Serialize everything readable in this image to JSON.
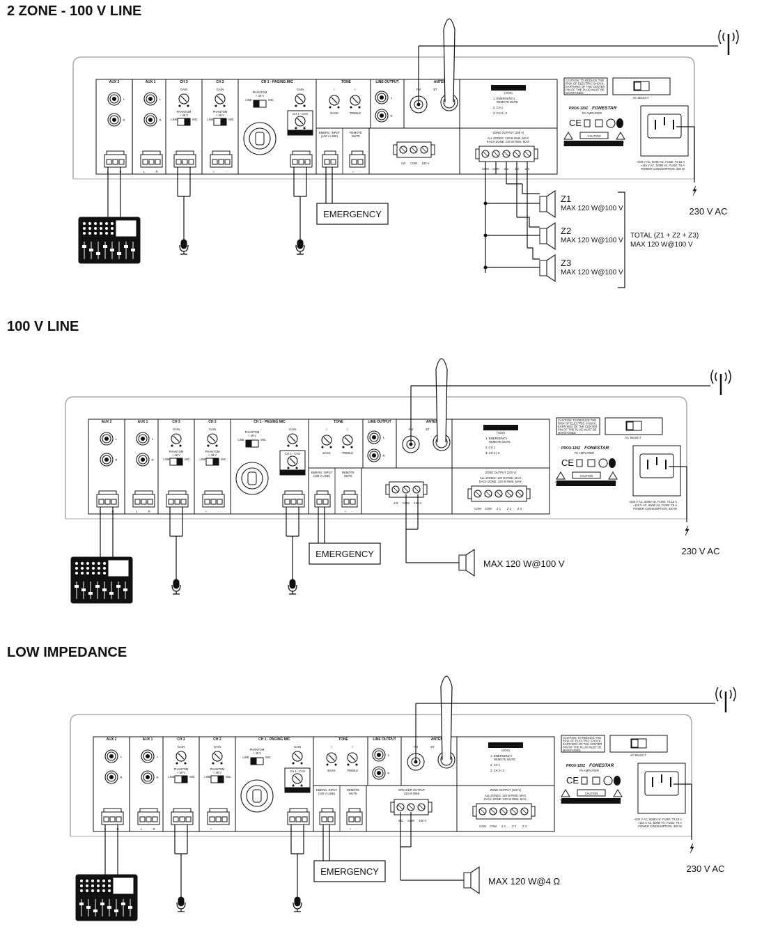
{
  "sections": [
    {
      "title": "2 ZONE - 100 V LINE",
      "emergency": "EMERGENCY",
      "power": "230 V AC",
      "output_mode": "zones",
      "speaker_output_title": "",
      "speaker_output_rating": "",
      "zones": [
        {
          "name": "Z1",
          "rating": "MAX 120 W@100 V"
        },
        {
          "name": "Z2",
          "rating": "MAX 120 W@100 V"
        },
        {
          "name": "Z3",
          "rating": "MAX 120 W@100 V"
        }
      ],
      "total_line1": "TOTAL (Z1 + Z2 + Z3)",
      "total_line2": "MAX 120 W@100 V"
    },
    {
      "title": "100 V LINE",
      "emergency": "EMERGENCY",
      "power": "230 V AC",
      "output_mode": "single",
      "speaker_rating": "MAX 120 W@100 V",
      "speaker_output_title": "",
      "speaker_output_rating": ""
    },
    {
      "title": "LOW IMPEDANCE",
      "emergency": "EMERGENCY",
      "power": "230 V AC",
      "output_mode": "single_low",
      "speaker_rating": "MAX 120 W@4 Ω",
      "speaker_output_title": "SPEAKER OUTPUT",
      "speaker_output_rating": "120 W RMS"
    }
  ],
  "panel": {
    "aux2": "AUX 2",
    "aux1": "AUX 1",
    "ch3": "CH 3",
    "ch2": "CH 2",
    "ch1": "CH 1 - PAGING MIC",
    "tone": "TONE",
    "line_output": "LINE OUTPUT",
    "antenna": "ANTENNA",
    "gain": "GAIN",
    "phantom": "PHANTOM",
    "phantom_v": "+ 48 V",
    "line": "LINE",
    "mic": "MIC",
    "ch1ch3": "CH 1 - CH3",
    "vox": "VOX",
    "bass": "BASS",
    "treble": "TREBLE",
    "emerg_input": "EMERG. INPUT",
    "emerg_input2": "(100 V LINE)",
    "remote": "REMOTE",
    "mute": "MUTE",
    "fm": "FM",
    "bt": "BT",
    "vp_title": "VOICE PRIORITY",
    "vp_sub": "(VOX)",
    "vp_1": "1. EMERGENCY",
    "vp_1b": "REMOTE MUTE",
    "vp_2": "2. CH 1",
    "vp_3": "3. CH 2 | 3",
    "zone_output": "ZONE OUTPUT (100 V)",
    "all_zones": "ALL ZONES: 120 W RMS, MAX.",
    "each_zone": "EACH ZONE: 120 W RMS, MAX.",
    "t_4ohm": "4 Ω",
    "t_com": "COM",
    "t_100v": "100 V",
    "z_com": "COM",
    "z1": "Z 1",
    "z2": "Z 2",
    "z3": "Z 3",
    "caution_text1": "CAUTION: TO REDUCE THE",
    "caution_text2": "RISK OF ELECTRIC SHOCK,",
    "caution_text3": "EARTHING OF THE CENTER",
    "caution_text4": "PIN OF THE PLUG MUST BE",
    "caution_text5": "MAINTAINED.",
    "ac_select": "AC SELECT",
    "model": "PROX-120Z",
    "brand": "FONESTAR",
    "pa_amp": "PA AMPLIFIER",
    "caution": "CAUTION",
    "shock1": "CAUTION: SHOCK HAZARD - DO NOT OPEN",
    "shock2": "RISK OF FIRE-REPLACE FUSE AS MARKED",
    "pw1": "~230 V AC, 50/60 Hz, FUSE: T3,15 A",
    "pw2": "~115 V AC, 50/60 Hz, FUSE: T6 A",
    "pw3": "POWER CONSUMPTION: 320 W",
    "L": "L",
    "R": "R",
    "plus": "+",
    "minus": "-"
  }
}
